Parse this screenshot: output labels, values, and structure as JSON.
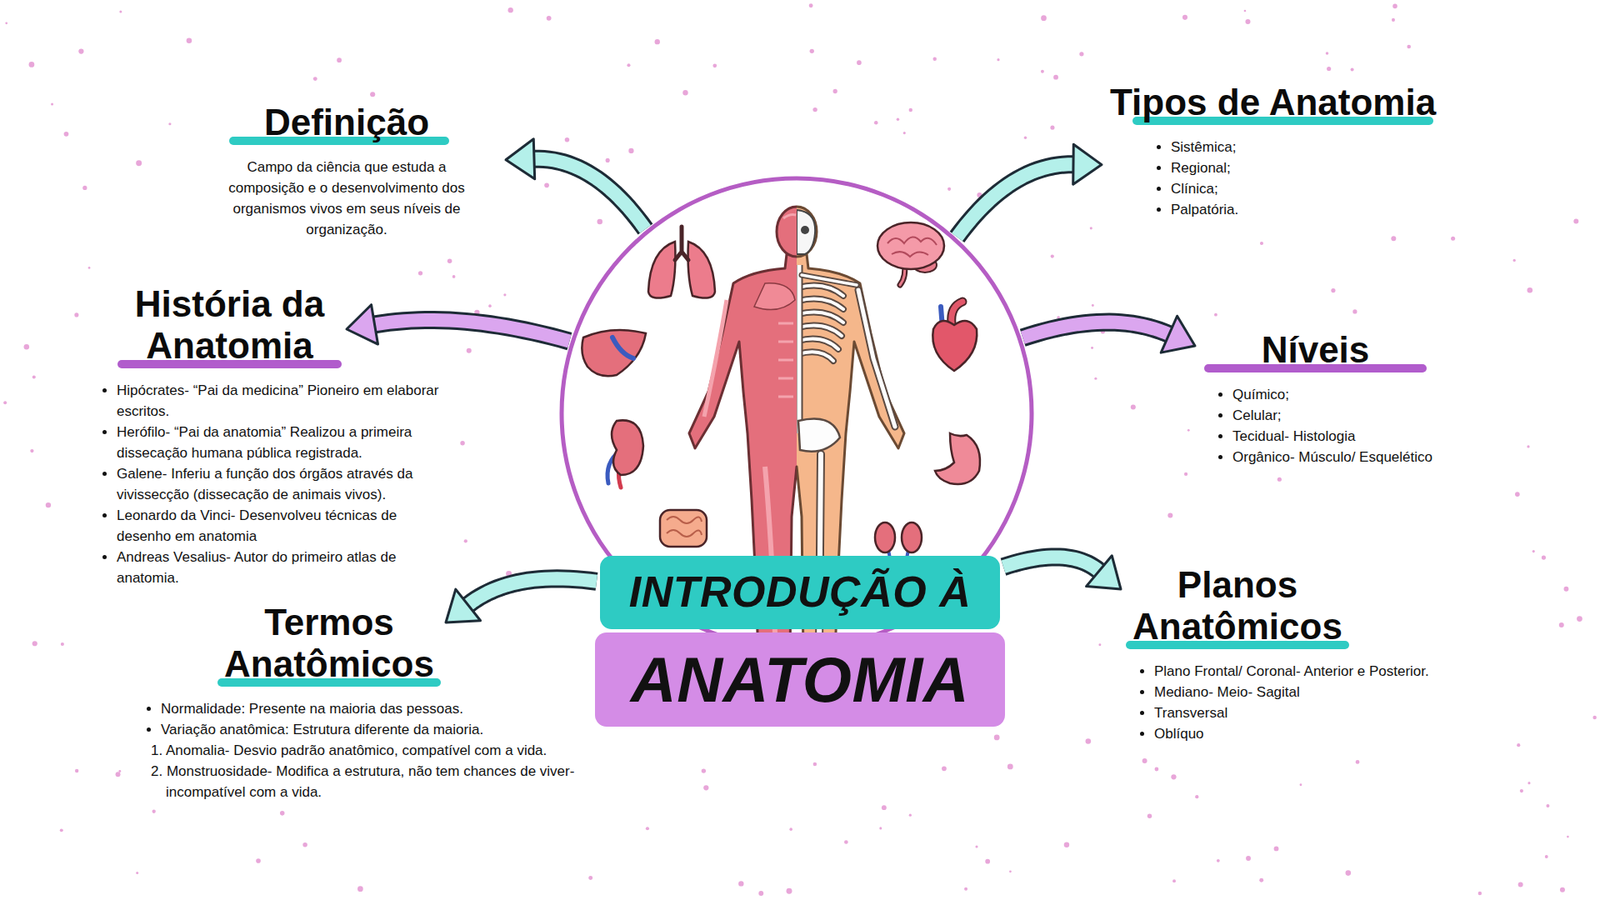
{
  "diagram": {
    "nodes": [
      {
        "text": [
          "INTRODUÇÃO À"
        ]
      },
      {
        "text": [
          "ANATOMIA"
        ]
      },
      {
        "text": [
          "Definição",
          "Campo da ciência que estuda a composição e o desenvolvimento dos organismos vivos em seus níveis de organização."
        ]
      },
      {
        "text": [
          "Tipos de Anatomia",
          "Sistêmica;",
          "Regional;",
          "Clínica;",
          "Palpatória."
        ]
      },
      {
        "text": [
          "História da Anatomia",
          "Hipócrates- “Pai da medicina” Pioneiro em elaborar escritos.",
          "Herófilo- “Pai da anatomia” Realizou a primeira dissecação humana pública registrada.",
          "Galene- Inferiu a função dos órgãos através da vivissecção (dissecação de animais vivos).",
          "Leonardo da Vinci- Desenvolveu técnicas de desenho em anatomia",
          "Andreas Vesalius- Autor do primeiro atlas de anatomia."
        ]
      },
      {
        "text": [
          "Níveis",
          "Químico;",
          "Celular;",
          "Tecidual- Histologia",
          "Orgânico- Músculo/ Esquelético"
        ]
      },
      {
        "text": [
          "Termos Anatômicos",
          "Normalidade: Presente na maioria das pessoas.",
          "Variação anatômica: Estrutura diferente da maioria.",
          "1. Anomalia- Desvio padrão anatômico, compatível com a vida.",
          "2. Monstruosidade- Modifica a estrutura, não tem chances de viver- incompatível com a vida."
        ]
      },
      {
        "text": [
          "Planos Anatômicos",
          "Plano Frontal/ Coronal- Anterior e Posterior.",
          "Mediano- Meio- Sagital",
          "Transversal",
          "Oblíquo"
        ]
      }
    ],
    "edges": [
      {
        "from": 0,
        "to": 2,
        "arrow": "to"
      },
      {
        "from": 0,
        "to": 3,
        "arrow": "to"
      },
      {
        "from": 0,
        "to": 4,
        "arrow": "to"
      },
      {
        "from": 0,
        "to": 5,
        "arrow": "to"
      },
      {
        "from": 0,
        "to": 6,
        "arrow": "to"
      },
      {
        "from": 0,
        "to": 7,
        "arrow": "to"
      }
    ]
  }
}
